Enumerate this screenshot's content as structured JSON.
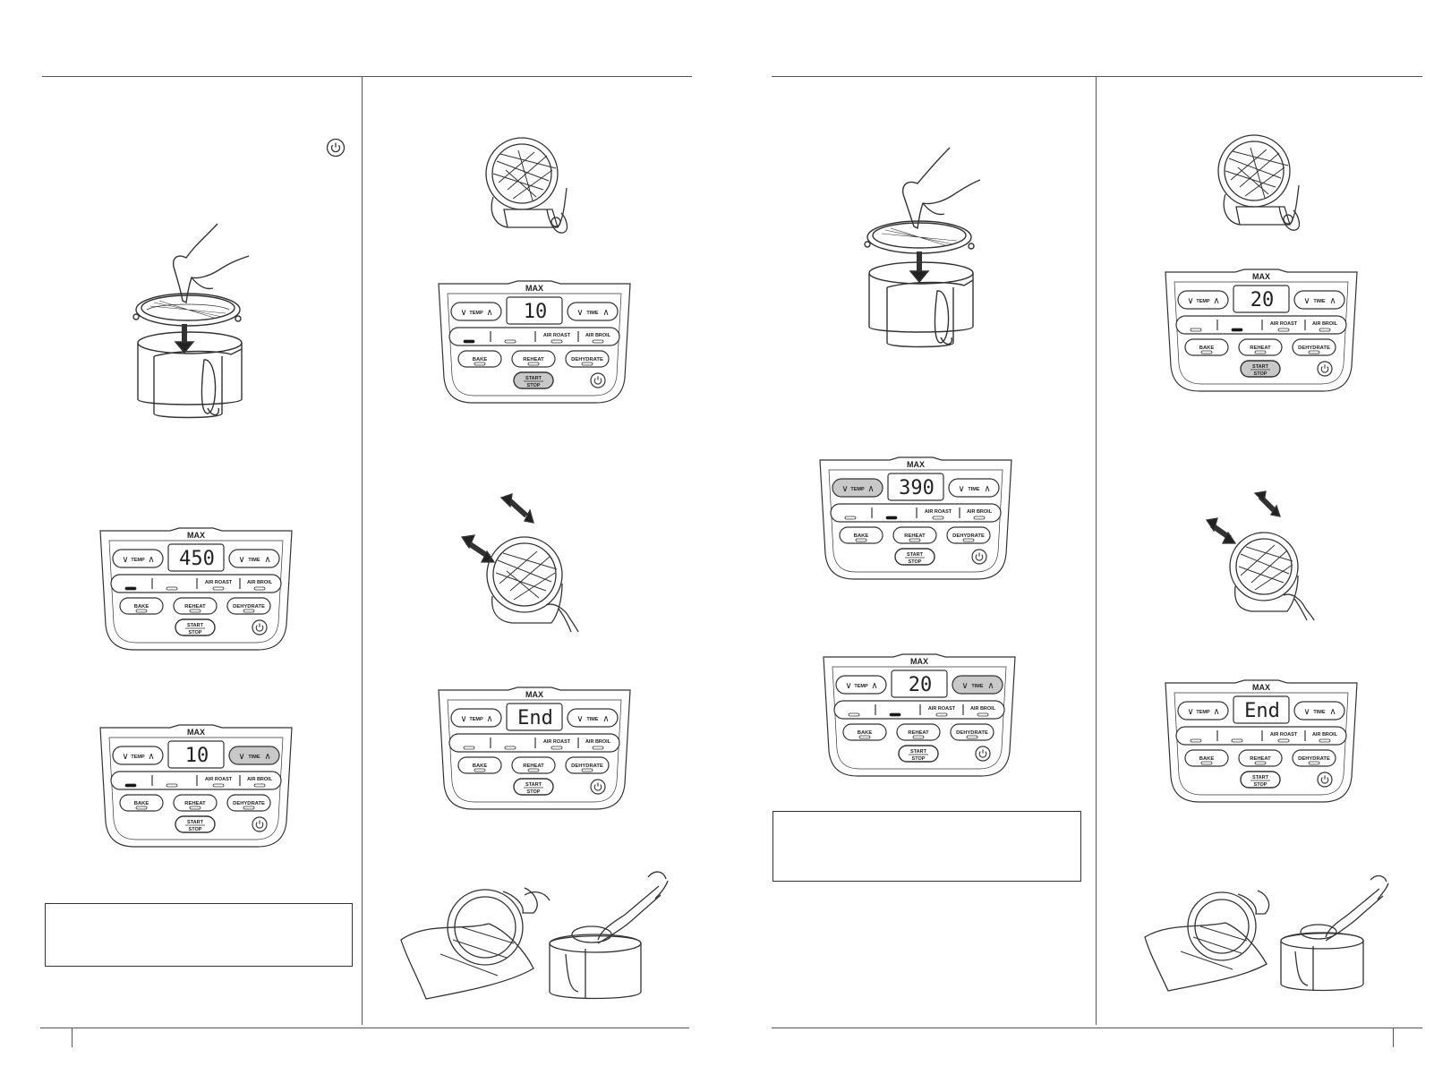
{
  "panels": [
    {
      "id": "p1",
      "max": "MAX",
      "temp_label": "TEMP",
      "time_label": "TIME",
      "display": "450",
      "functions": [
        "AIR ROAST",
        "AIR BROIL"
      ],
      "buttons": [
        "BAKE",
        "REHEAT",
        "DEHYDRATE"
      ],
      "start": "START",
      "stop": "STOP",
      "highlight": "none",
      "indicator": "air-fry"
    },
    {
      "id": "p2",
      "max": "MAX",
      "temp_label": "TEMP",
      "time_label": "TIME",
      "display": "10",
      "functions": [
        "AIR ROAST",
        "AIR BROIL"
      ],
      "buttons": [
        "BAKE",
        "REHEAT",
        "DEHYDRATE"
      ],
      "start": "START",
      "stop": "STOP",
      "highlight": "time",
      "indicator": "air-fry"
    },
    {
      "id": "p3",
      "max": "MAX",
      "temp_label": "TEMP",
      "time_label": "TIME",
      "display": "10",
      "functions": [
        "AIR ROAST",
        "AIR BROIL"
      ],
      "buttons": [
        "BAKE",
        "REHEAT",
        "DEHYDRATE"
      ],
      "start": "START",
      "stop": "STOP",
      "highlight": "start",
      "indicator": "air-fry"
    },
    {
      "id": "p4",
      "max": "MAX",
      "temp_label": "TEMP",
      "time_label": "TIME",
      "display": "End",
      "functions": [
        "AIR ROAST",
        "AIR BROIL"
      ],
      "buttons": [
        "BAKE",
        "REHEAT",
        "DEHYDRATE"
      ],
      "start": "START",
      "stop": "STOP",
      "highlight": "none",
      "indicator": "none"
    },
    {
      "id": "p5",
      "max": "MAX",
      "temp_label": "TEMP",
      "time_label": "TIME",
      "display": "390",
      "functions": [
        "AIR ROAST",
        "AIR BROIL"
      ],
      "buttons": [
        "BAKE",
        "REHEAT",
        "DEHYDRATE"
      ],
      "start": "START",
      "stop": "STOP",
      "highlight": "temp",
      "indicator": "max-crisp"
    },
    {
      "id": "p6",
      "max": "MAX",
      "temp_label": "TEMP",
      "time_label": "TIME",
      "display": "20",
      "functions": [
        "AIR ROAST",
        "AIR BROIL"
      ],
      "buttons": [
        "BAKE",
        "REHEAT",
        "DEHYDRATE"
      ],
      "start": "START",
      "stop": "STOP",
      "highlight": "time",
      "indicator": "max-crisp"
    },
    {
      "id": "p7",
      "max": "MAX",
      "temp_label": "TEMP",
      "time_label": "TIME",
      "display": "20",
      "functions": [
        "AIR ROAST",
        "AIR BROIL"
      ],
      "buttons": [
        "BAKE",
        "REHEAT",
        "DEHYDRATE"
      ],
      "start": "START",
      "stop": "STOP",
      "highlight": "start",
      "indicator": "max-crisp"
    },
    {
      "id": "p8",
      "max": "MAX",
      "temp_label": "TEMP",
      "time_label": "TIME",
      "display": "End",
      "functions": [
        "AIR ROAST",
        "AIR BROIL"
      ],
      "buttons": [
        "BAKE",
        "REHEAT",
        "DEHYDRATE"
      ],
      "start": "START",
      "stop": "STOP",
      "highlight": "none",
      "indicator": "none"
    }
  ],
  "colors": {
    "line": "#333333",
    "highlight": "#c8c8c8",
    "panel_fill": "#ffffff",
    "display_fill": "#ffffff"
  },
  "icons": {
    "power": "power-icon",
    "arrow": "double-arrow-icon"
  }
}
